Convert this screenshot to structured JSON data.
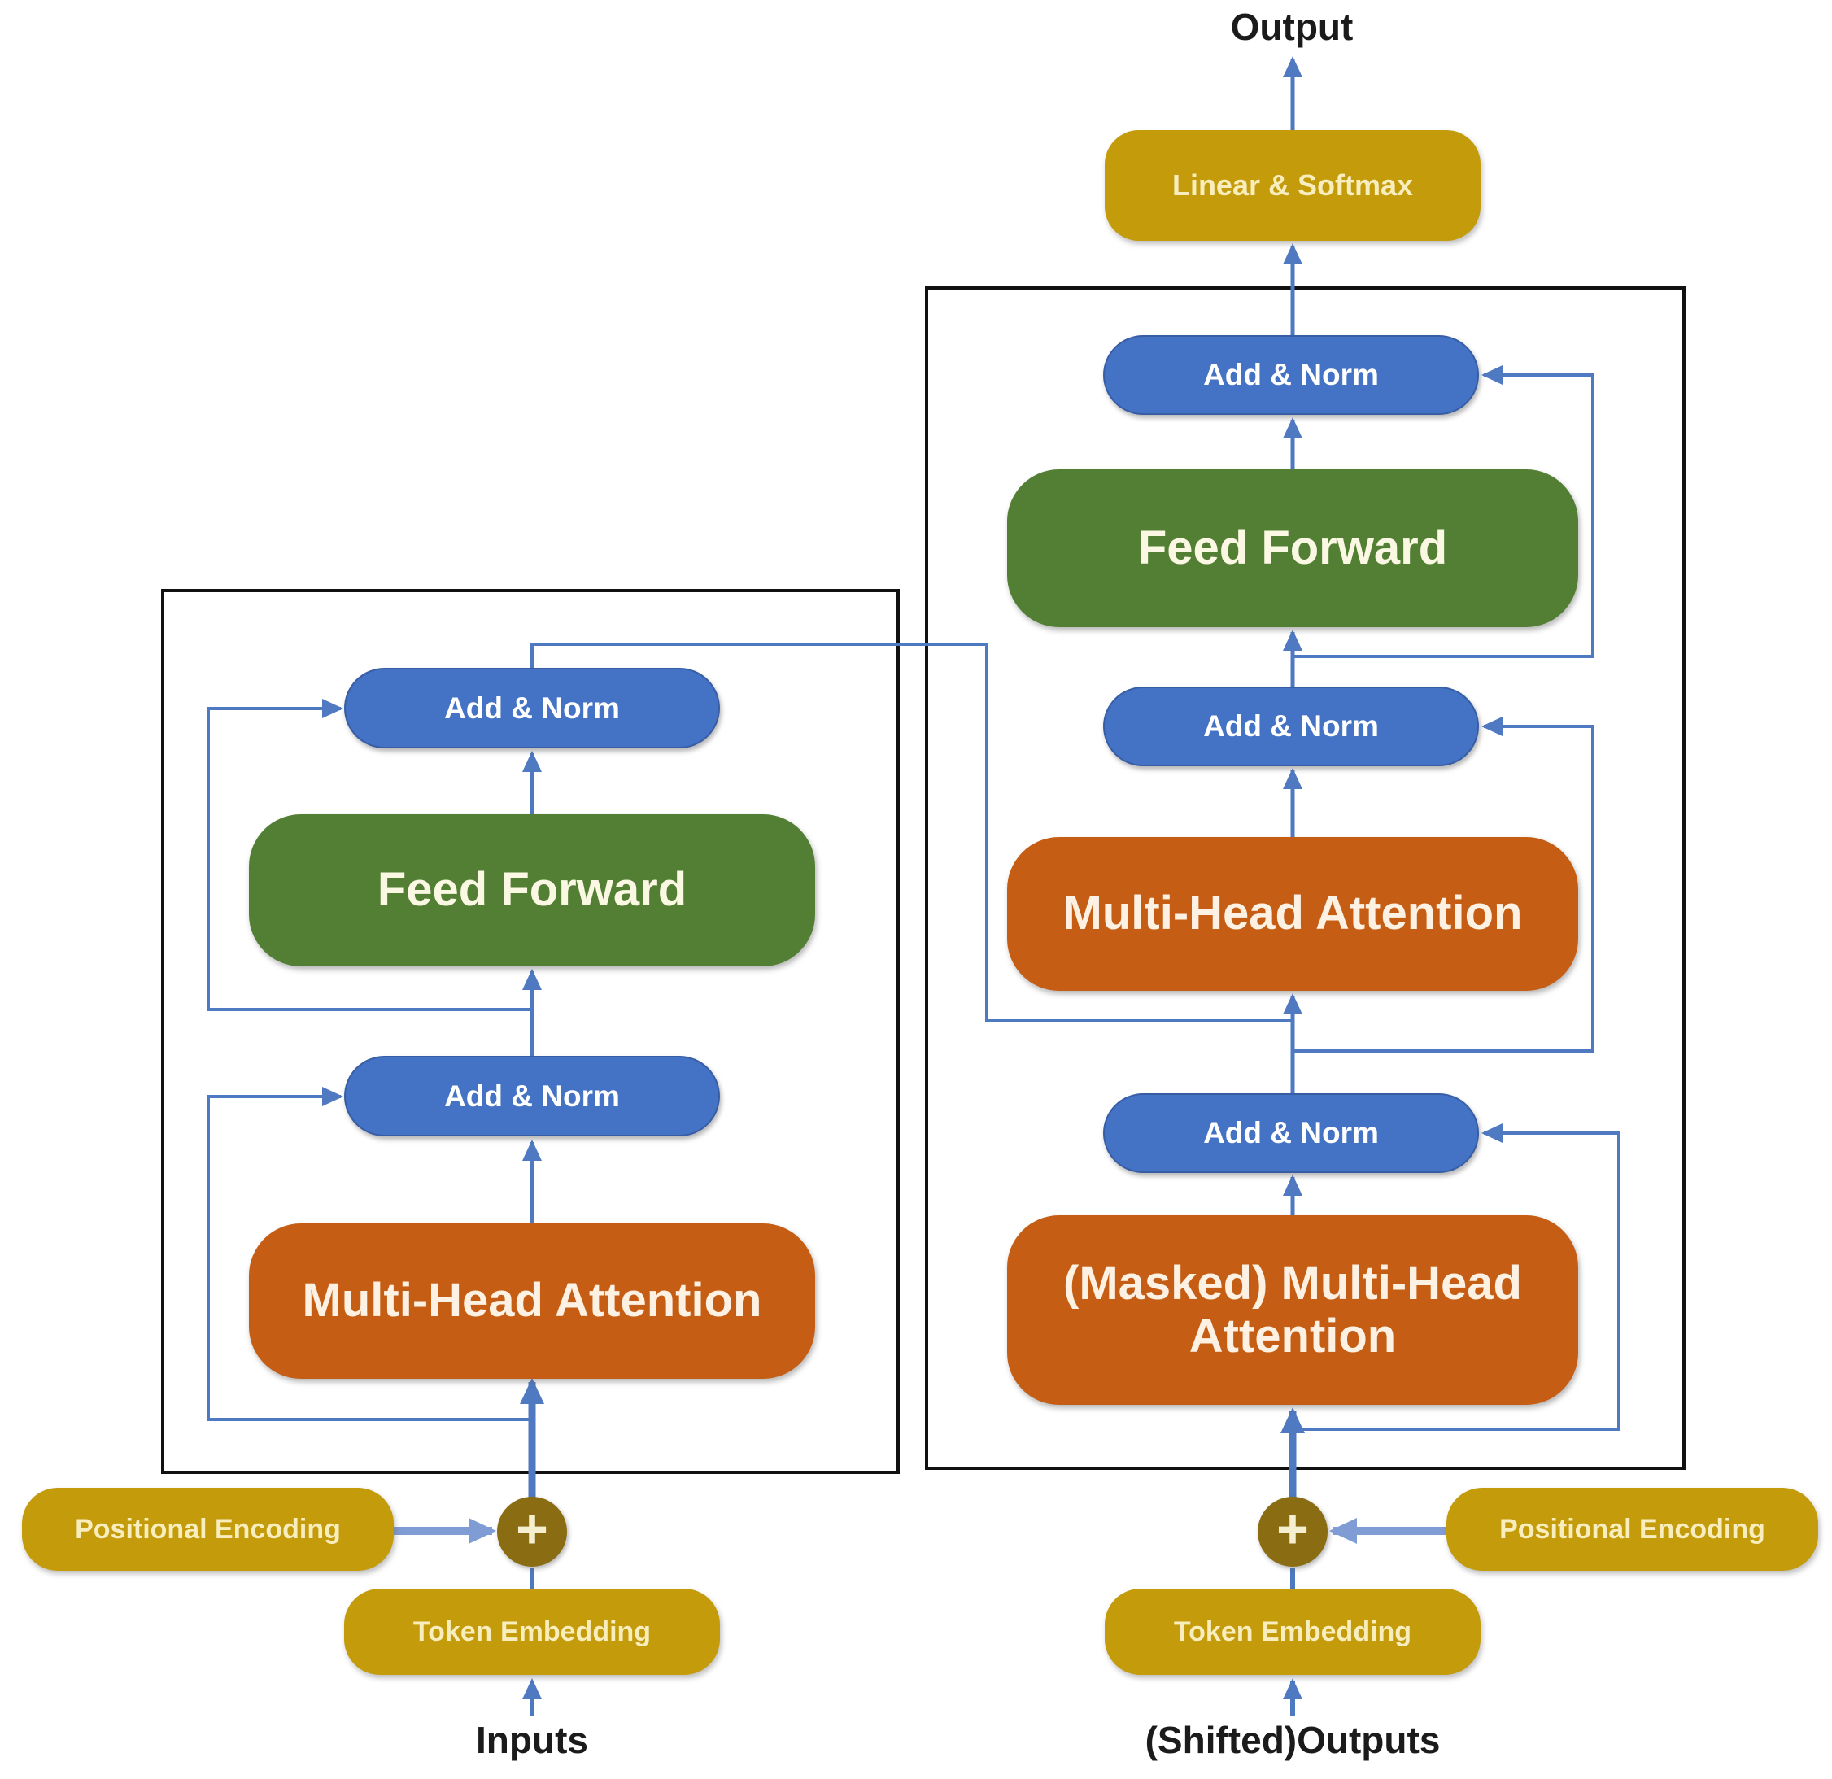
{
  "title": "Transformer encoder-decoder architecture diagram",
  "colors": {
    "blue-box": "#4472C4",
    "green-box": "#537F35",
    "orange-box": "#C55E14",
    "gold-box": "#C39B0B",
    "gold-dark": "#8A6D13",
    "line-blue": "#4F79C0",
    "line-light": "#7F9DD4",
    "border-black": "#111111",
    "text-white": "#FFFFFF",
    "text-cream": "#F8EDBC",
    "label-dark": "#1B1B1B",
    "bg": "#FFFFFF"
  },
  "header": {
    "output_label": "Output",
    "linear_softmax_label": "Linear & Softmax"
  },
  "shared": {
    "add_norm_label": "Add & Norm",
    "feed_forward_label": "Feed Forward",
    "multi_head_attention_label": "Multi-Head Attention",
    "token_embedding_label": "Token Embedding",
    "positional_encoding_label": "Positional Encoding",
    "plus_symbol": "+"
  },
  "encoder": {
    "inputs_label": "Inputs"
  },
  "decoder": {
    "masked_multi_head_attention_label": "(Masked) Multi-Head Attention",
    "shifted_outputs_label": "(Shifted)Outputs"
  }
}
